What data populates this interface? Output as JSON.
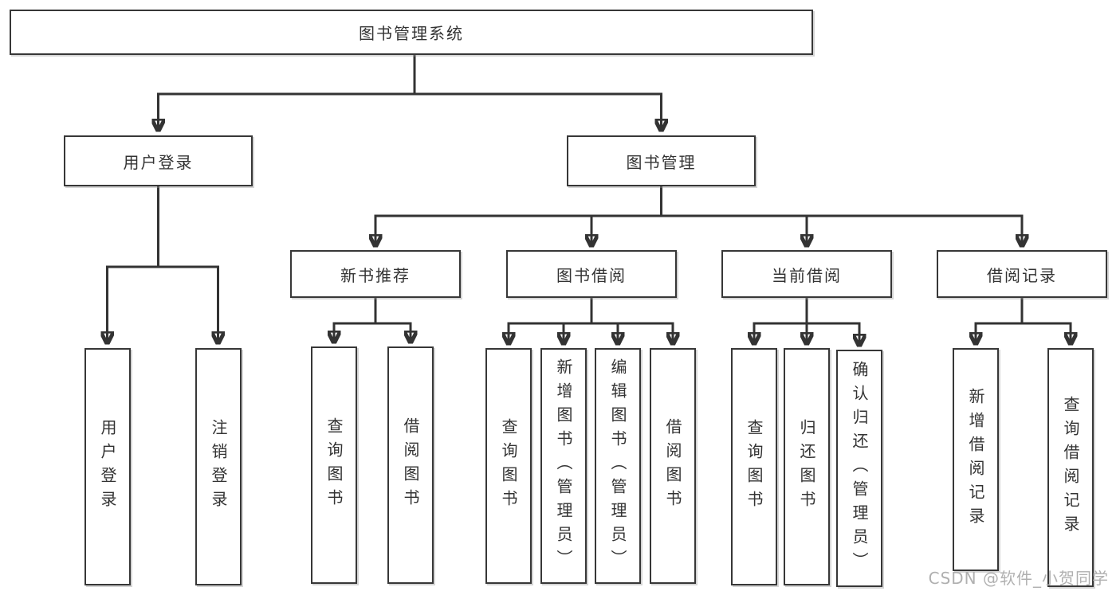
{
  "watermark": "CSDN @软件_小贺同学",
  "colors": {
    "line": "#333333",
    "box_border": "#373737",
    "box_background": "#ffffff",
    "text": "#333333",
    "watermark": "#b0b0b0"
  },
  "root": {
    "label": "图书管理系统"
  },
  "userLogin": {
    "label": "用户登录",
    "children": [
      "用户登录",
      "注销登录"
    ]
  },
  "bookManagement": {
    "label": "图书管理",
    "sections": {
      "newBooks": {
        "label": "新书推荐",
        "children": [
          "查询图书",
          "借阅图书"
        ]
      },
      "bookBorrowing": {
        "label": "图书借阅",
        "children": [
          "查询图书",
          "新增图书（管理员）",
          "编辑图书（管理员）",
          "借阅图书"
        ]
      },
      "currentBorrowing": {
        "label": "当前借阅",
        "children": [
          "查询图书",
          "归还图书",
          "确认归还（管理员）"
        ]
      },
      "borrowingRecords": {
        "label": "借阅记录",
        "children": [
          "新增借阅记录",
          "查询借阅记录"
        ]
      }
    }
  }
}
